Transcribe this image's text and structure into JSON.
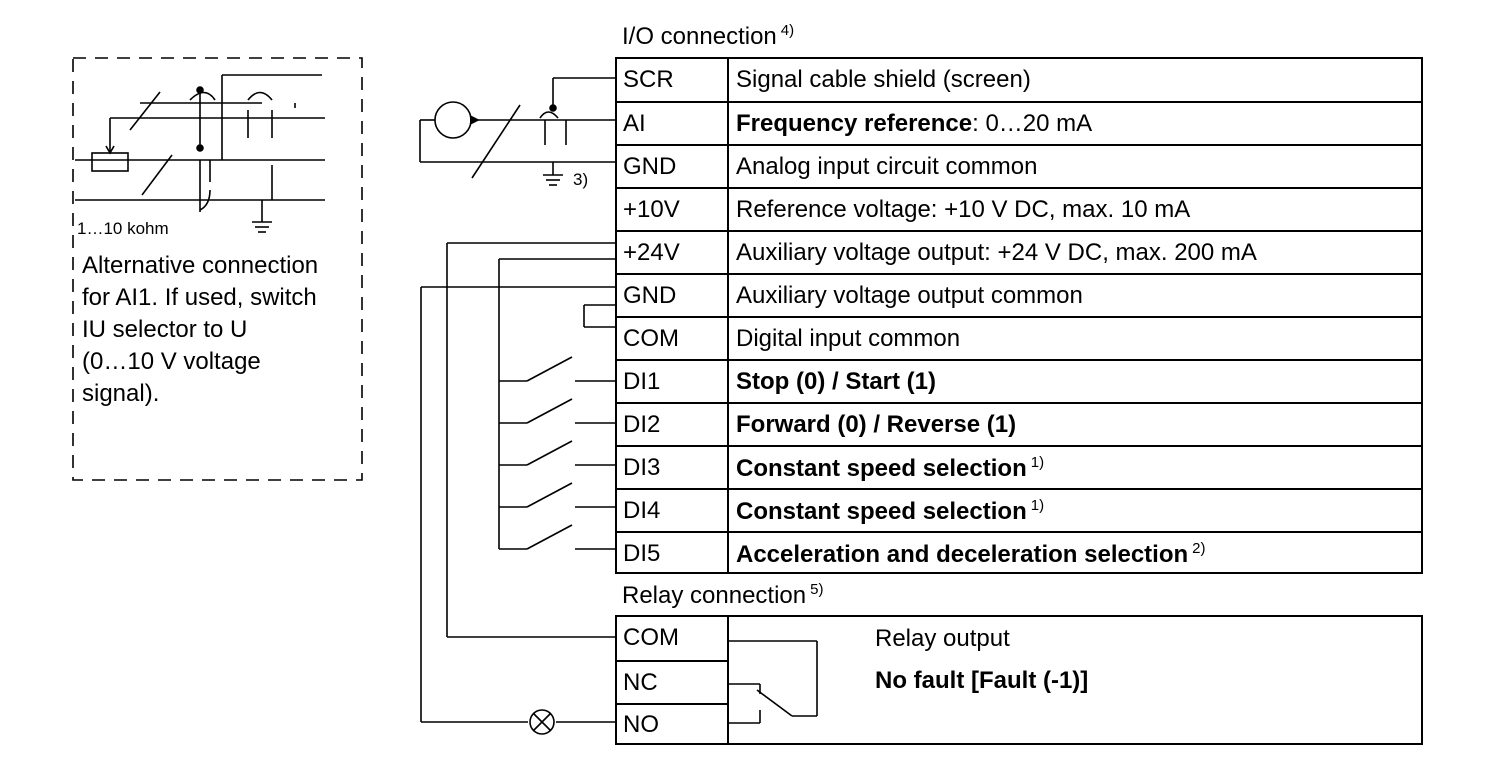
{
  "io_section": {
    "title": "I/O connection",
    "title_note": "4)",
    "rows": [
      {
        "code": "SCR",
        "desc": "Signal cable shield (screen)",
        "desc_bold": "",
        "note": ""
      },
      {
        "code": "AI",
        "desc_bold": "Frequency reference",
        "desc": ": 0…20 mA",
        "note": ""
      },
      {
        "code": "GND",
        "desc": "Analog input circuit common",
        "desc_bold": "",
        "note": ""
      },
      {
        "code": "+10V",
        "desc": "Reference voltage: +10 V DC, max. 10 mA",
        "desc_bold": "",
        "note": ""
      },
      {
        "code": "+24V",
        "desc": "Auxiliary voltage output: +24 V DC, max. 200 mA",
        "desc_bold": "",
        "note": ""
      },
      {
        "code": "GND",
        "desc": "Auxiliary voltage output common",
        "desc_bold": "",
        "note": ""
      },
      {
        "code": "COM",
        "desc": "Digital input common",
        "desc_bold": "",
        "note": ""
      },
      {
        "code": "DI1",
        "desc_bold": "Stop (0) / Start (1)",
        "desc": "",
        "note": ""
      },
      {
        "code": "DI2",
        "desc_bold": "Forward (0) / Reverse (1)",
        "desc": "",
        "note": ""
      },
      {
        "code": "DI3",
        "desc_bold": "Constant speed selection",
        "desc": "",
        "note": "1)"
      },
      {
        "code": "DI4",
        "desc_bold": "Constant speed selection",
        "desc": "",
        "note": "1)"
      },
      {
        "code": "DI5",
        "desc_bold": "Acceleration and deceleration selection",
        "desc": "",
        "note": "2)"
      }
    ]
  },
  "relay_section": {
    "title": "Relay connection",
    "title_note": "5)",
    "rows": [
      {
        "code": "COM"
      },
      {
        "code": "NC"
      },
      {
        "code": "NO"
      }
    ],
    "output_label": "Relay output",
    "output_desc": "No fault [Fault (-1)]"
  },
  "shield_note": "3)",
  "alternative_box": {
    "resistor_label": "1…10 kohm",
    "text_lines": [
      "Alternative connection",
      "for AI1. If used, switch",
      "IU selector to U",
      "(0…10 V voltage",
      "signal)."
    ]
  }
}
